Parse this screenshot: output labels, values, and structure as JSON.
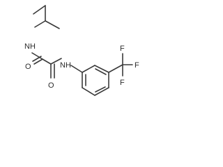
{
  "molecule": {
    "atoms": {
      "nh_left": "NH",
      "nh_right": "NH",
      "o_left": "O",
      "o_right": "O",
      "f_top": "F",
      "f_right": "F",
      "f_bottom": "F"
    }
  }
}
